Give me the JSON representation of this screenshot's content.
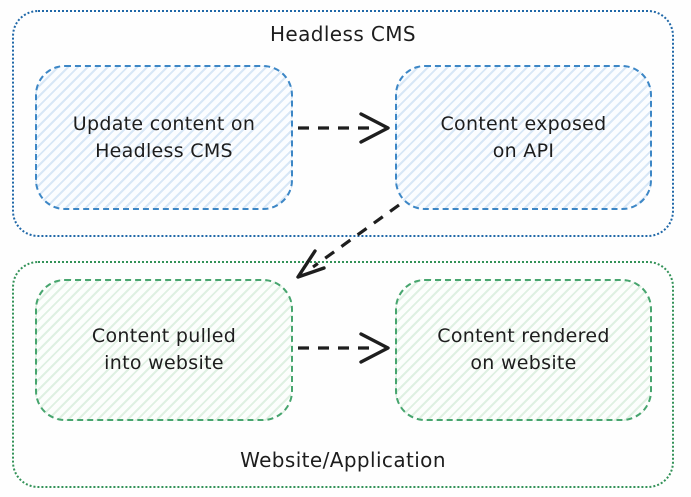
{
  "page": {
    "background": "#fefefe",
    "text_color": "#1d1d1d",
    "arrow_color": "#1e1e1e"
  },
  "clusters": [
    {
      "label": "Headless CMS",
      "border_color": "#2068a8",
      "box_border_color": "#3d87c6",
      "box_hatch_color": "#d8e7f6",
      "boxes": [
        {
          "text": "Update content on\nHeadless CMS"
        },
        {
          "text": "Content exposed\non API"
        }
      ]
    },
    {
      "label": "Website/Application",
      "border_color": "#339258",
      "box_border_color": "#47a56e",
      "box_hatch_color": "#dff0e2",
      "boxes": [
        {
          "text": "Content pulled\ninto website"
        },
        {
          "text": "Content rendered\non website"
        }
      ]
    }
  ],
  "arrows": [
    {
      "name": "update-to-exposed",
      "from": "Update content on Headless CMS",
      "to": "Content exposed on API",
      "style": "dashed"
    },
    {
      "name": "exposed-to-pulled",
      "from": "Content exposed on API",
      "to": "Content pulled into website",
      "style": "dashed"
    },
    {
      "name": "pulled-to-rendered",
      "from": "Content pulled into website",
      "to": "Content rendered on website",
      "style": "dashed"
    }
  ]
}
